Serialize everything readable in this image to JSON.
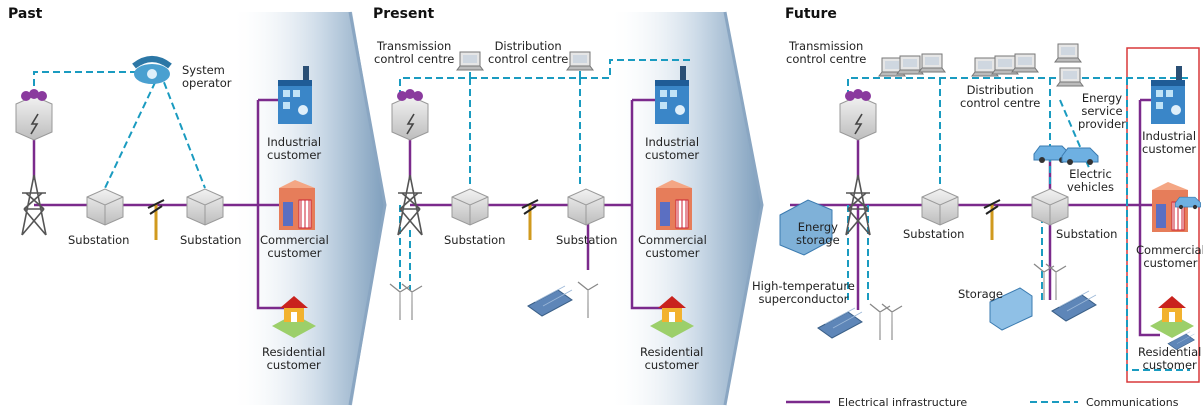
{
  "eras": {
    "past": "Past",
    "present": "Present",
    "future": "Future"
  },
  "past": {
    "system_operator": "System\noperator",
    "substation_1": "Substation",
    "substation_2": "Substation",
    "industrial": "Industrial\ncustomer",
    "commercial": "Commercial\ncustomer",
    "residential": "Residential\ncustomer"
  },
  "present": {
    "transmission": "Transmission\ncontrol centre",
    "distribution": "Distribution\ncontrol centre",
    "substation_1": "Substation",
    "substation_2": "Substation",
    "industrial": "Industrial\ncustomer",
    "commercial": "Commercial\ncustomer",
    "residential": "Residential\ncustomer"
  },
  "future": {
    "transmission": "Transmission\ncontrol centre",
    "distribution": "Distribution\ncontrol centre",
    "energy_service": "Energy\nservice\nprovider",
    "electric_vehicles": "Electric\nvehicles",
    "energy_storage": "Energy\nstorage",
    "substation_1": "Substation",
    "substation_2": "Substation",
    "hts": "High-temperature\nsuperconductor",
    "storage": "Storage",
    "industrial": "Industrial\ncustomer",
    "commercial": "Commercial\ncustomer",
    "residential": "Residential\ncustomer"
  },
  "legend": {
    "electrical": "Electrical infrastructure",
    "communications": "Communications"
  },
  "colors": {
    "electrical": "#7b2a8c",
    "communications": "#1a9bc0",
    "arrow_blue": "#6b8fb0",
    "highlight_box": "#d9383a"
  }
}
